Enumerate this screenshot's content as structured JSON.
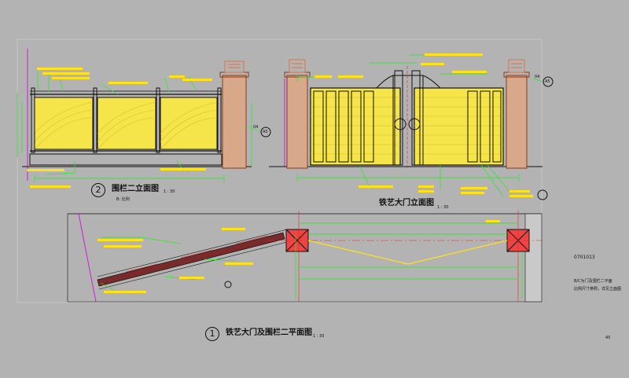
{
  "drawing": {
    "background": "#b3b3b3",
    "colors": {
      "outline": "#111111",
      "dimension": "#22ee22",
      "annotation": "#ffe21a",
      "boundary": "#cc22cc",
      "centerline": "#ee2222",
      "pier": "#e0a07a"
    },
    "views": {
      "fence_elevation": {
        "number": "2",
        "title": "围栏二立面图",
        "scale": "1 : 30",
        "sub_label": "B: 比例",
        "section_tag": "04",
        "section_sheet": "A5"
      },
      "gate_elevation": {
        "title": "铁艺大门立面图",
        "scale": "1 : 30",
        "section_tag": "04",
        "section_sheet": "A5"
      },
      "plan": {
        "number": "1",
        "title": "铁艺大门及围栏二平面图",
        "scale": "1 : 30"
      }
    },
    "notes": {
      "drawing_code": "0701013",
      "line1": "B/C为门及围栏二平面",
      "line2": "比例尺寸参照，详见立面图"
    },
    "page_number": "45"
  }
}
